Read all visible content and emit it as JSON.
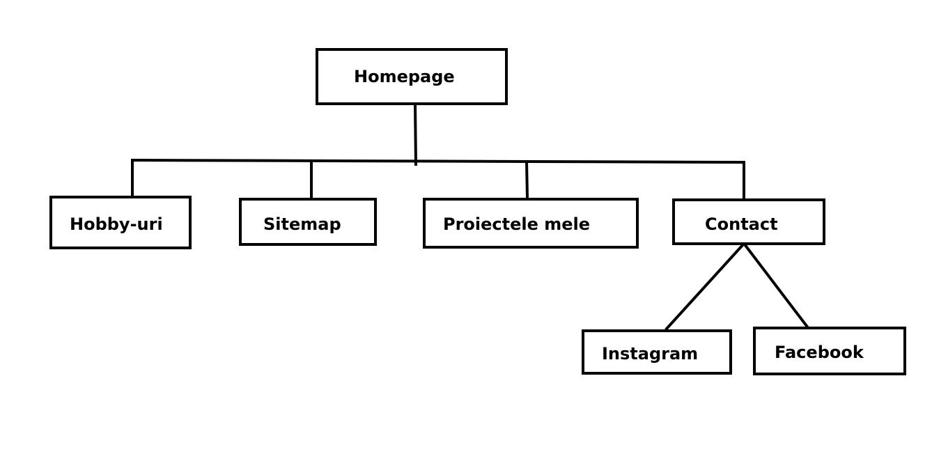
{
  "diagram": {
    "nodes": {
      "homepage": {
        "label": "Homepage"
      },
      "hobby": {
        "label": "Hobby-uri"
      },
      "sitemap": {
        "label": "Sitemap"
      },
      "proiecte": {
        "label": "Proiectele mele"
      },
      "contact": {
        "label": "Contact"
      },
      "instagram": {
        "label": "Instagram"
      },
      "facebook": {
        "label": "Facebook"
      }
    },
    "edges": [
      {
        "from": "homepage",
        "to": "hobby"
      },
      {
        "from": "homepage",
        "to": "sitemap"
      },
      {
        "from": "homepage",
        "to": "proiecte"
      },
      {
        "from": "homepage",
        "to": "contact"
      },
      {
        "from": "contact",
        "to": "instagram"
      },
      {
        "from": "contact",
        "to": "facebook"
      }
    ]
  }
}
